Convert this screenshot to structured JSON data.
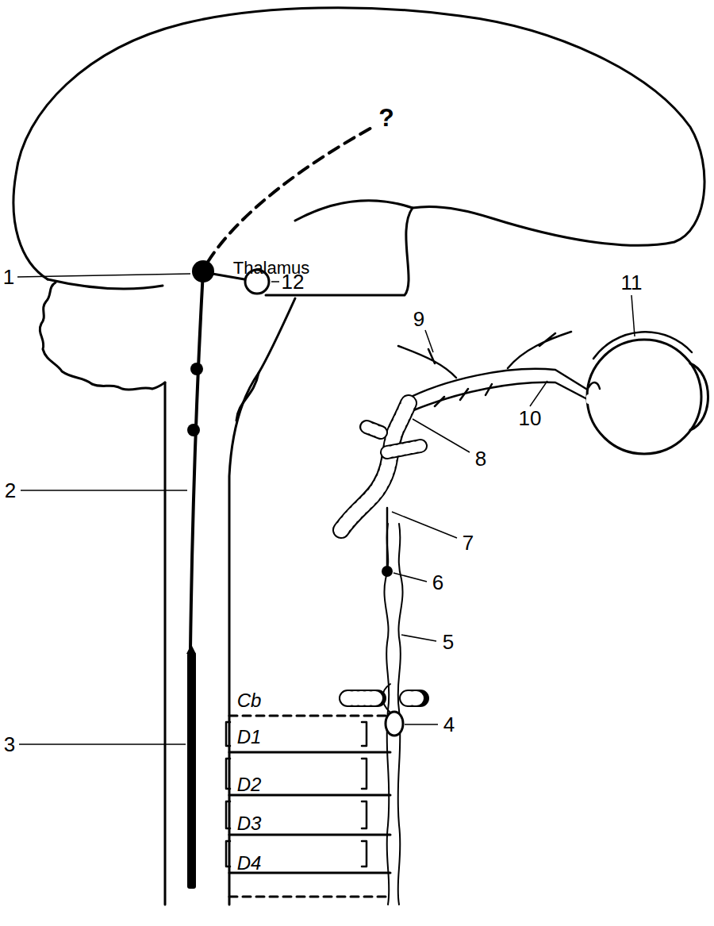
{
  "diagram": {
    "labels": [
      "?",
      "Thalamus",
      "1",
      "12",
      "11",
      "9",
      "10",
      "8",
      "2",
      "7",
      "6",
      "5",
      "Cb",
      "4",
      "3",
      "D1",
      "D2",
      "D3",
      "D4"
    ]
  }
}
